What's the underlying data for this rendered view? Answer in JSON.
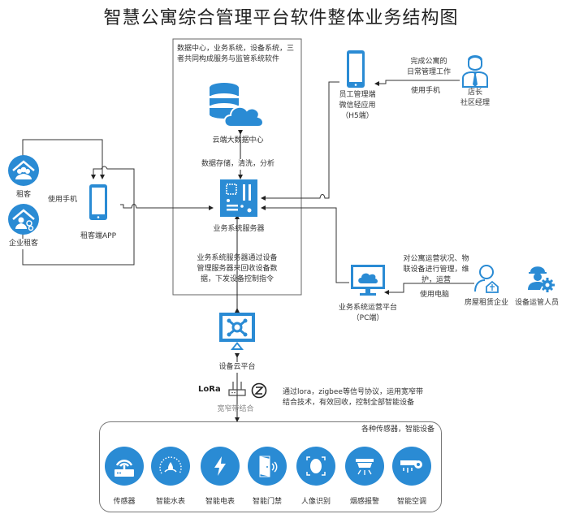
{
  "title": "智慧公寓综合管理平台软件整体业务结构图",
  "colors": {
    "accent": "#2a8bd4",
    "line": "#333333",
    "box_border": "#777777"
  },
  "core_box": {
    "note": [
      "数据中心，业务系统，设备系统，三",
      "者共同构成服务与监管系统软件"
    ],
    "cloud_data_center": {
      "label": "云端大数据中心",
      "icon": "database-cloud-icon"
    },
    "data_flow_label": "数据存储，清洗，分析",
    "server": {
      "label": "业务系统服务器",
      "icon": "motherboard-icon"
    },
    "server_note": [
      "业务系统服务器通过设备",
      "管理服务器来回收设备数",
      "据，下发设备控制指令"
    ]
  },
  "left": {
    "tenant": {
      "label": "租客",
      "icon": "tenant-house-icon"
    },
    "enterprise_tenant": {
      "label": "企业租客",
      "icon": "enterprise-tenant-icon"
    },
    "use_phone": "使用手机",
    "tenant_app": {
      "label": "租客端APP",
      "icon": "smartphone-icon"
    }
  },
  "top_right": {
    "staff_app": {
      "label": [
        "员工管理端",
        "微信轻应用",
        "（H5端）"
      ],
      "icon": "smartphone-icon"
    },
    "task": [
      "完成公寓的",
      "日常管理工作"
    ],
    "use_phone": "使用手机",
    "manager": {
      "label": [
        "店长",
        "社区经理"
      ],
      "icon": "manager-icon"
    }
  },
  "bottom_right": {
    "ops_platform": {
      "label": [
        "业务系统运营平台",
        "（PC端）"
      ],
      "icon": "monitor-cloud-icon"
    },
    "task": [
      "对公寓运营状况、物",
      "联设备进行管理，维",
      "护，运营"
    ],
    "use_pc": "使用电脑",
    "rental_company": {
      "label": "房屋租赁企业",
      "icon": "landlord-icon"
    },
    "device_ops": {
      "label": "设备运管人员",
      "icon": "engineer-gear-icon"
    }
  },
  "device_cloud": {
    "label": "设备云平台",
    "icon": "device-cloud-monitor-icon"
  },
  "gateway": {
    "lora_label": "LoRa",
    "label": "宽窄带结合",
    "note": [
      "通过lora，zigbee等信号协议，运用宽窄带",
      "结合技术，有效回收，控制全部智能设备"
    ]
  },
  "devices": {
    "title": "各种传感器，智能设备",
    "items": [
      {
        "label": "传感器",
        "icon": "sensor-router-icon"
      },
      {
        "label": "智能水表",
        "icon": "water-meter-icon"
      },
      {
        "label": "智能电表",
        "icon": "lightning-icon"
      },
      {
        "label": "智能门禁",
        "icon": "door-access-icon"
      },
      {
        "label": "人像识别",
        "icon": "face-recognition-icon"
      },
      {
        "label": "烟感报警",
        "icon": "smoke-alarm-icon"
      },
      {
        "label": "智能空调",
        "icon": "air-conditioner-icon"
      }
    ]
  }
}
